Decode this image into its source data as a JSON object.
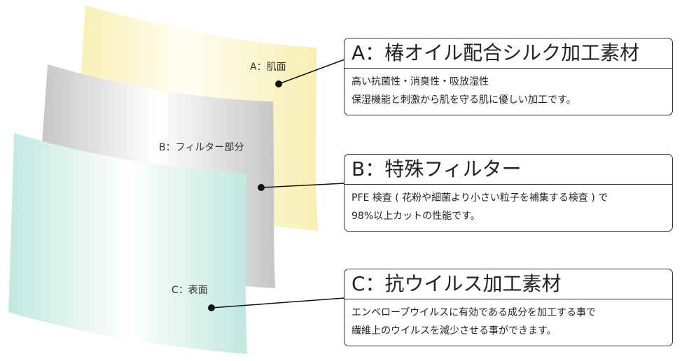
{
  "layers": [
    {
      "id": "a",
      "label": "A：肌面",
      "color": "#f7efb0"
    },
    {
      "id": "b",
      "label": "B：フィルター部分",
      "color": "#cccccc"
    },
    {
      "id": "c",
      "label": "C：表面",
      "color": "#bfe8de"
    }
  ],
  "cards": {
    "a": {
      "title": "A：椿オイル配合シルク加工素材",
      "lines": [
        "高い抗菌性・消臭性・吸放湿性",
        "保湿機能と刺激から肌を守る肌に優しい加工です。"
      ]
    },
    "b": {
      "title": "B：特殊フィルター",
      "lines": [
        "PFE 検査 ( 花粉や細菌より小さい粒子を補集する検査 ) で",
        "98%以上カットの性能です。"
      ]
    },
    "c": {
      "title": "C：抗ウイルス加工素材",
      "lines": [
        "エンベロープウイルスに有効である成分を加工する事で",
        "繊維上のウイルスを減少させる事ができます。"
      ]
    }
  }
}
